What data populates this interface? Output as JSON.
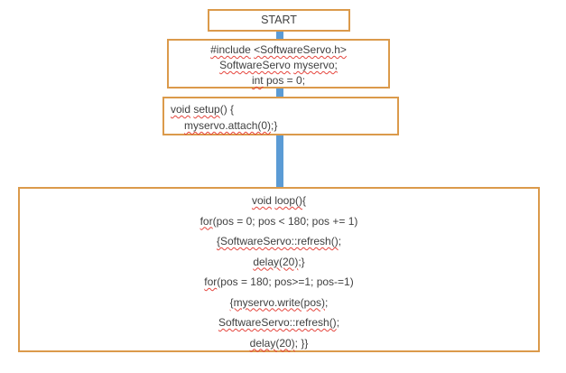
{
  "colors": {
    "border": "#DB9A4B",
    "connector": "#5B9BD5",
    "text": "#3F3F3F",
    "squiggle": "#E5443C"
  },
  "flowchart": {
    "start": {
      "lines": [
        [
          {
            "t": "START",
            "sq": false
          }
        ]
      ]
    },
    "include": {
      "lines": [
        [
          {
            "t": "#include",
            "sq": true
          },
          {
            "t": " ",
            "sq": false
          },
          {
            "t": "<SoftwareServo.h>",
            "sq": true
          }
        ],
        [
          {
            "t": "SoftwareServo",
            "sq": true
          },
          {
            "t": " ",
            "sq": false
          },
          {
            "t": "myservo;",
            "sq": true
          }
        ],
        [
          {
            "t": "int",
            "sq": true
          },
          {
            "t": " pos = 0;",
            "sq": false
          }
        ]
      ]
    },
    "setup": {
      "lines": [
        [
          {
            "t": "void",
            "sq": true
          },
          {
            "t": " ",
            "sq": false
          },
          {
            "t": "setup",
            "sq": true
          },
          {
            "t": "() {",
            "sq": false
          }
        ],
        [
          {
            "t": "myservo.attach(0)",
            "sq": true
          },
          {
            "t": ";}",
            "sq": false
          }
        ]
      ]
    },
    "loop": {
      "lines": [
        [
          {
            "t": "void",
            "sq": true
          },
          {
            "t": " ",
            "sq": false
          },
          {
            "t": "loop()",
            "sq": true
          },
          {
            "t": "{",
            "sq": false
          }
        ],
        [
          {
            "t": "for",
            "sq": true
          },
          {
            "t": "(pos = 0; pos < 180; pos += 1)",
            "sq": false
          }
        ],
        [
          {
            "t": "{SoftwareServo::refresh()",
            "sq": true
          },
          {
            "t": ";",
            "sq": false
          }
        ],
        [
          {
            "t": "delay(20)",
            "sq": true
          },
          {
            "t": ";}",
            "sq": false
          }
        ],
        [
          {
            "t": "for",
            "sq": true
          },
          {
            "t": "(pos = 180; pos>=1; pos-=1)",
            "sq": false
          }
        ],
        [
          {
            "t": "{myservo.write(pos)",
            "sq": true
          },
          {
            "t": ";",
            "sq": false
          }
        ],
        [
          {
            "t": "SoftwareServo::refresh()",
            "sq": true
          },
          {
            "t": ";",
            "sq": false
          }
        ],
        [
          {
            "t": "delay(20)",
            "sq": true
          },
          {
            "t": "; }}",
            "sq": false
          }
        ]
      ]
    }
  }
}
